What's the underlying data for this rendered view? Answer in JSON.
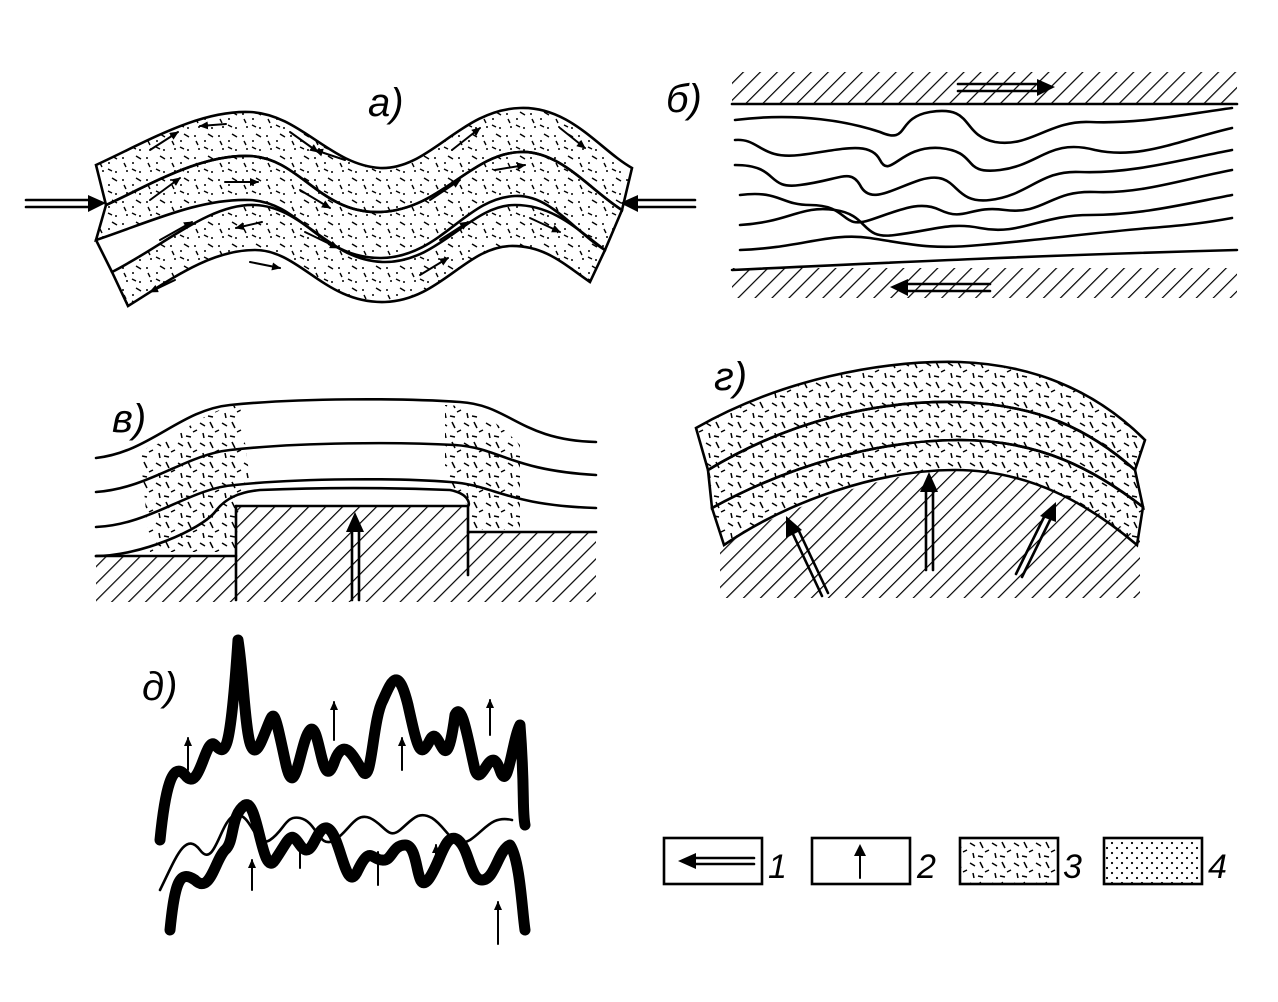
{
  "panels": {
    "a": {
      "label": "а)"
    },
    "b": {
      "label": "б)"
    },
    "v": {
      "label": "в)"
    },
    "g": {
      "label": "г)"
    },
    "d": {
      "label": "д)"
    }
  },
  "legend": [
    {
      "number": "1",
      "symbol": "double-arrow-icon"
    },
    {
      "number": "2",
      "symbol": "single-arrow-icon"
    },
    {
      "number": "3",
      "symbol": "dash-hatch-pattern"
    },
    {
      "number": "4",
      "symbol": "dot-stipple-pattern"
    }
  ],
  "colors": {
    "ink": "#000000",
    "paper": "#ffffff"
  }
}
